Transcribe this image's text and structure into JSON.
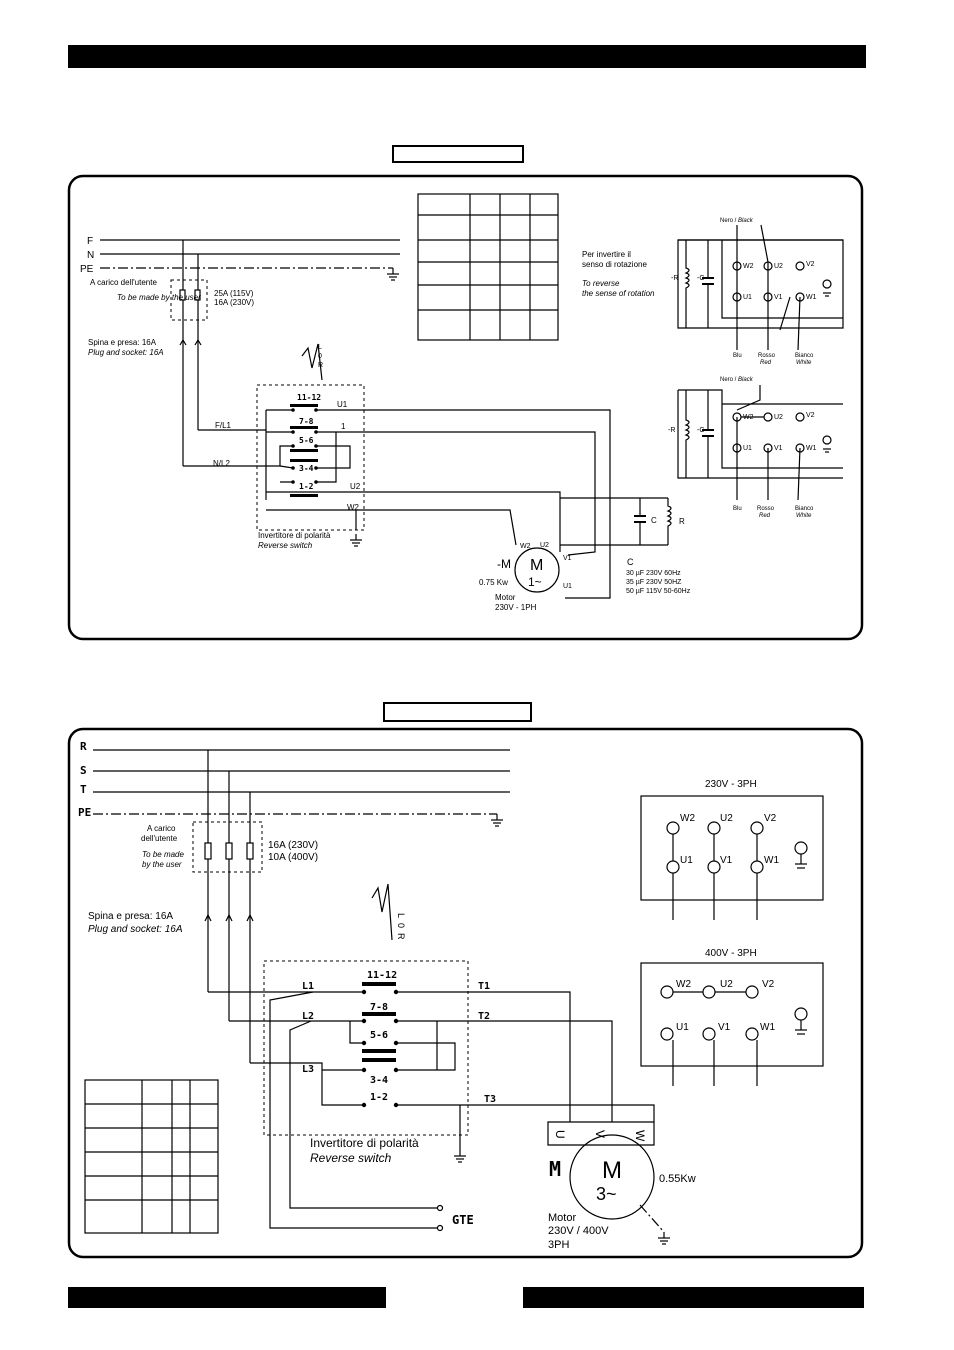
{
  "d1": {
    "lines": [
      "F",
      "N",
      "PE"
    ],
    "user_load_it": "A carico dell'utente",
    "user_load_en": "To be made by the user",
    "fuse_115": "25A (115V)",
    "fuse_230": "16A (230V)",
    "plug_it": "Spina e presa: 16A",
    "plug_en": "Plug and socket: 16A",
    "switch_pos": [
      "L",
      "0",
      "R"
    ],
    "contacts": [
      "11-12",
      "7-8",
      "5-6",
      "3-4",
      "1-2"
    ],
    "fl1": "F/L1",
    "nl2": "N/L2",
    "u1": "U1",
    "one": "1",
    "u2": "U2",
    "w2": "W2",
    "switch_it": "Invertitore di polarità",
    "switch_en": "Reverse switch",
    "motor_tag": "-M",
    "motor_m": "M",
    "motor_phase": "1~",
    "motor_power": "0.75 Kw",
    "motor_label": "Motor",
    "motor_volt": "230V - 1PH",
    "m_w2": "W2",
    "m_u2": "U2",
    "m_v1": "V1",
    "m_u1": "U1",
    "cap_c": "C",
    "res_r": "R",
    "cap_title": "C",
    "cap_rows": [
      "30 µF  230V  60Hz",
      "35 µF  230V  50HZ",
      "50 µF  115V  50-60Hz"
    ],
    "reverse_it1": "Per invertire il",
    "reverse_it2": "senso di rotazione",
    "reverse_en1": "To reverse",
    "reverse_en2": "the sense of rotation",
    "nero": "Nero / ",
    "black": "Black",
    "tb_labels": [
      "W2",
      "U2",
      "V2",
      "U1",
      "V1",
      "W1"
    ],
    "blu": "Blu",
    "rosso": "Rosso",
    "red": "Red",
    "bianco": "Bianco",
    "white": "White",
    "r_tag": "-R",
    "c_tag": "-C"
  },
  "d2": {
    "lines": [
      "R",
      "S",
      "T",
      "PE"
    ],
    "user_load_it1": "A carico",
    "user_load_it2": "dell'utente",
    "user_load_en1": "To be made",
    "user_load_en2": "by the user",
    "fuse_230": "16A (230V)",
    "fuse_400": "10A  (400V)",
    "plug_it": "Spina e presa: 16A",
    "plug_en": "Plug and socket: 16A",
    "switch_pos": [
      "L",
      "0",
      "R"
    ],
    "contacts": [
      "11-12",
      "7-8",
      "5-6",
      "3-4",
      "1-2"
    ],
    "l1": "L1",
    "l2": "L2",
    "l3": "L3",
    "t1": "T1",
    "t2": "T2",
    "t3": "T3",
    "switch_it": "Invertitore di polarità",
    "switch_en": "Reverse switch",
    "motor_m": "M",
    "motor_phase": "3~",
    "motor_tag": "M",
    "motor_power": "0.55Kw",
    "motor_label": "Motor",
    "motor_volt": "230V / 400V",
    "motor_ph": "3PH",
    "gte": "GTE",
    "term_uvw": [
      "U",
      "V",
      "W"
    ],
    "tb230_title": "230V -  3PH",
    "tb400_title": "400V  -  3PH",
    "tb_labels": [
      "W2",
      "U2",
      "V2",
      "U1",
      "V1",
      "W1"
    ]
  }
}
